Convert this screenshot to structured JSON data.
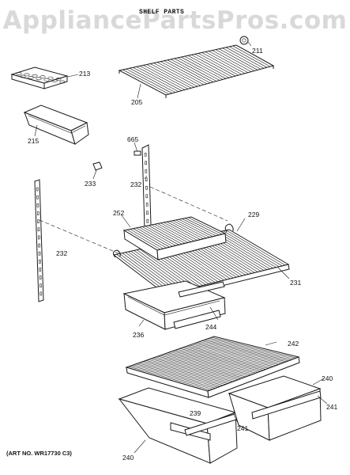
{
  "watermark": "AppliancePartsPros.com",
  "title": "SHELF PARTS",
  "art_number": "(ART NO. WR17730 C3)",
  "callouts": [
    {
      "id": "c211",
      "text": "211"
    },
    {
      "id": "c213",
      "text": "213"
    },
    {
      "id": "c205",
      "text": "205"
    },
    {
      "id": "c215",
      "text": "215"
    },
    {
      "id": "c665",
      "text": "665"
    },
    {
      "id": "c233",
      "text": "233"
    },
    {
      "id": "c232a",
      "text": "232"
    },
    {
      "id": "c252",
      "text": "252"
    },
    {
      "id": "c229",
      "text": "229"
    },
    {
      "id": "c232b",
      "text": "232"
    },
    {
      "id": "c231",
      "text": "231"
    },
    {
      "id": "c236",
      "text": "236"
    },
    {
      "id": "c244",
      "text": "244"
    },
    {
      "id": "c242",
      "text": "242"
    },
    {
      "id": "c240a",
      "text": "240"
    },
    {
      "id": "c241a",
      "text": "241"
    },
    {
      "id": "c239",
      "text": "239"
    },
    {
      "id": "c241b",
      "text": "241"
    },
    {
      "id": "c240b",
      "text": "240"
    }
  ]
}
